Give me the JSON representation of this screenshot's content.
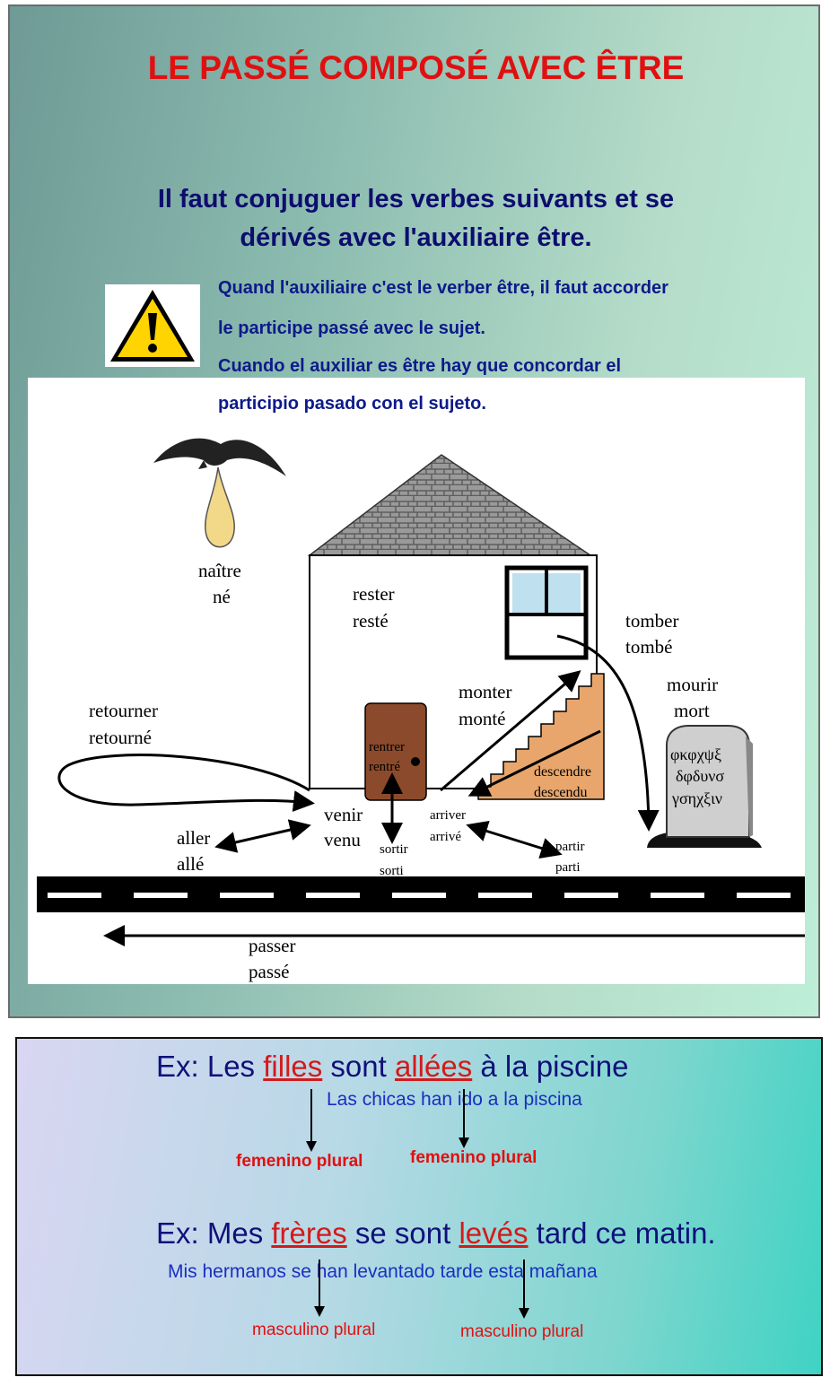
{
  "header": {
    "title": "LE PASSÉ COMPOSÉ AVEC ÊTRE",
    "subtitle_line1": "Il faut conjuguer les verbes suivants et se",
    "subtitle_line2": "dérivés avec l'auxiliaire être."
  },
  "note": {
    "icon": "warning-icon",
    "fr_line1": "Quand l'auxiliaire c'est le verber être, il faut accorder",
    "fr_line2": "le participe passé avec le sujet.",
    "es_line1": "Cuando el auxiliar es être hay que concordar el",
    "es_line2": "participio pasado con el sujeto."
  },
  "diagram": {
    "verbs": {
      "naitre": [
        "naître",
        "né"
      ],
      "rester": [
        "rester",
        "resté"
      ],
      "tomber": [
        "tomber",
        "tombé"
      ],
      "mourir": [
        "mourir",
        "mort"
      ],
      "monter": [
        "monter",
        "monté"
      ],
      "retourner": [
        "retourner",
        "retourné"
      ],
      "rentrer": [
        "rentrer",
        "rentré"
      ],
      "descendre": [
        "descendre",
        "descendu"
      ],
      "venir": [
        "venir",
        "venu"
      ],
      "arriver": [
        "arriver",
        "arrivé"
      ],
      "aller": [
        "aller",
        "allé"
      ],
      "sortir": [
        "sortir",
        "sorti"
      ],
      "partir": [
        "partir",
        "parti"
      ],
      "passer": [
        "passer",
        "passé"
      ]
    },
    "tombstone": [
      "φκφχψξ",
      "δφδυνσ",
      "γσηχξιν"
    ],
    "colors": {
      "door": "#8b4a2b",
      "stairs": "#e8a66c",
      "window": "#bfe0ee",
      "roof": "#8f8f8f",
      "drop": "#f2d98a"
    }
  },
  "examples": [
    {
      "prefix": "Ex: Les ",
      "w1": "filles",
      "mid": " sont ",
      "w2": "allées",
      "suffix": " à la piscine",
      "translation": "Las chicas han ido a la piscina",
      "tag1": "femenino plural",
      "tag2": "femenino plural"
    },
    {
      "prefix": "Ex: Mes ",
      "w1": "frères",
      "mid": " se sont ",
      "w2": "levés",
      "suffix": "  tard ce matin.",
      "translation": "Mis hermanos se han levantado tarde esta mañana",
      "tag1": "masculino plural",
      "tag2": "masculino plural"
    }
  ]
}
